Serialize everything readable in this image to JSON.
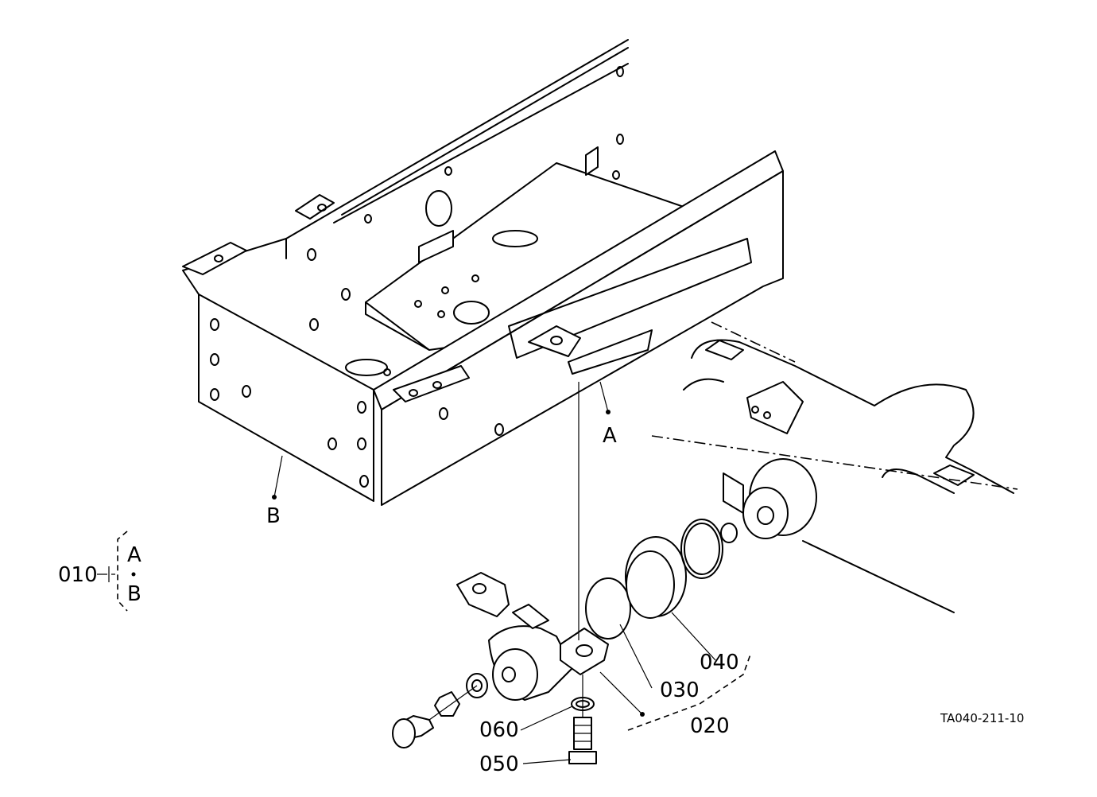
{
  "drawing_id": "TA040-211-10",
  "letters": {
    "a": "A",
    "b": "B"
  },
  "callouts": {
    "p010": "010",
    "p020": "020",
    "p030": "030",
    "p040": "040",
    "p050": "050",
    "p060": "060"
  }
}
